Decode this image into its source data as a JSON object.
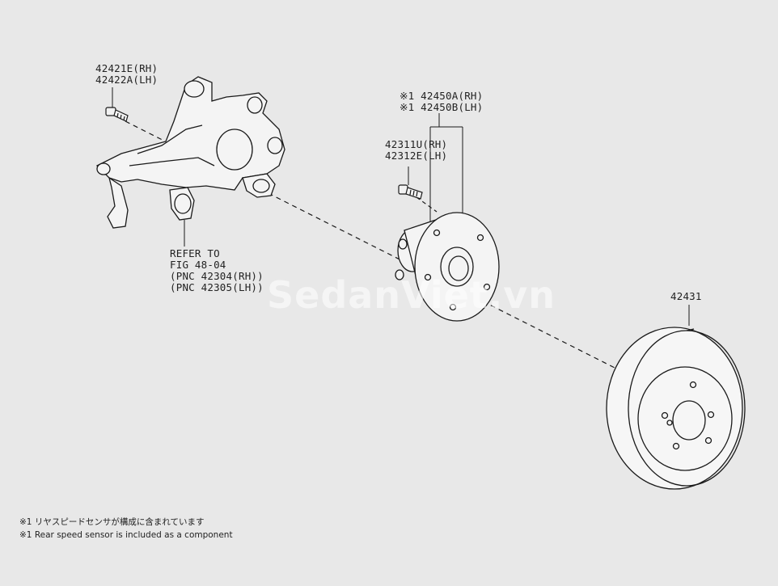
{
  "labels": {
    "bolt_knuckle": [
      "42421E(RH)",
      "42422A(LH)"
    ],
    "hub_assembly": [
      "※1 42450A(RH)",
      "※1 42450B(LH)"
    ],
    "hub_bolt": [
      "42311U(RH)",
      "42312E(LH)"
    ],
    "refer": [
      "REFER TO",
      "FIG 48-04",
      "(PNC 42304(RH))",
      "(PNC 42305(LH))"
    ],
    "disc": "42431"
  },
  "notes": [
    "※1 リヤスピードセンサが構成に含まれています",
    "※1 Rear speed sensor is included as a component"
  ],
  "watermark": "SedanViet.vn",
  "colors": {
    "background": "#e8e8e8",
    "line": "#1a1a1a",
    "watermark": "#ffffff"
  }
}
